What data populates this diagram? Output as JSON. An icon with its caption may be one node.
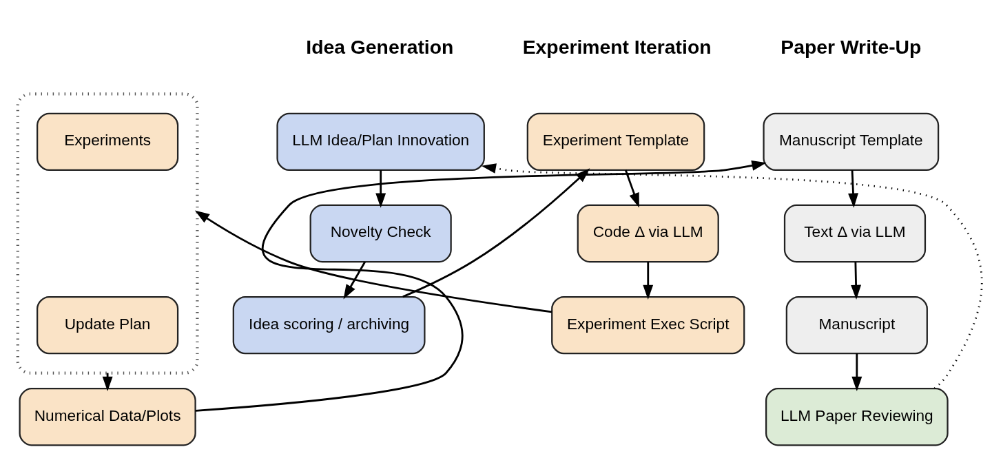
{
  "diagram": {
    "nodes": [
      {
        "text": [
          "LLM Idea/Plan Innovation"
        ]
      },
      {
        "text": [
          "Novelty Check"
        ]
      },
      {
        "text": [
          "Idea scoring / archiving"
        ]
      },
      {
        "text": [
          "Experiment Template"
        ]
      },
      {
        "text": [
          "Code Δ via LLM"
        ]
      },
      {
        "text": [
          "Experiment Exec Script"
        ]
      },
      {
        "text": [],
        "shape": "box"
      },
      {
        "text": [
          "Experiments"
        ],
        "in": 6
      },
      {
        "text": [
          "Update Plan"
        ],
        "in": 6
      },
      {
        "text": [
          "Numerical Data/Plots"
        ]
      },
      {
        "text": [
          "Manuscript Template"
        ]
      },
      {
        "text": [
          "Text Δ via LLM"
        ]
      },
      {
        "text": [
          "Manuscript"
        ]
      },
      {
        "text": [
          "LLM Paper Reviewing"
        ]
      }
    ],
    "edges": [
      {
        "from": 0,
        "to": 1,
        "arrow": "to"
      },
      {
        "from": 1,
        "to": 2,
        "arrow": "to"
      },
      {
        "from": 2,
        "to": 3,
        "arrow": "to"
      },
      {
        "from": 3,
        "to": 4,
        "arrow": "to"
      },
      {
        "from": 4,
        "to": 5,
        "arrow": "to"
      },
      {
        "from": 5,
        "to": 6,
        "arrow": "to"
      },
      {
        "from": 6,
        "to": 9,
        "arrow": "to"
      },
      {
        "from": 9,
        "to": 10,
        "arrow": "to"
      },
      {
        "from": 10,
        "to": 11,
        "arrow": "to"
      },
      {
        "from": 11,
        "to": 12,
        "arrow": "to"
      },
      {
        "from": 12,
        "to": 13,
        "arrow": "to"
      },
      {
        "from": 13,
        "to": 0,
        "arrow": "to",
        "style": "dashed"
      }
    ],
    "labels": [
      "Idea Generation",
      "Experiment Iteration",
      "Paper Write-Up"
    ]
  }
}
